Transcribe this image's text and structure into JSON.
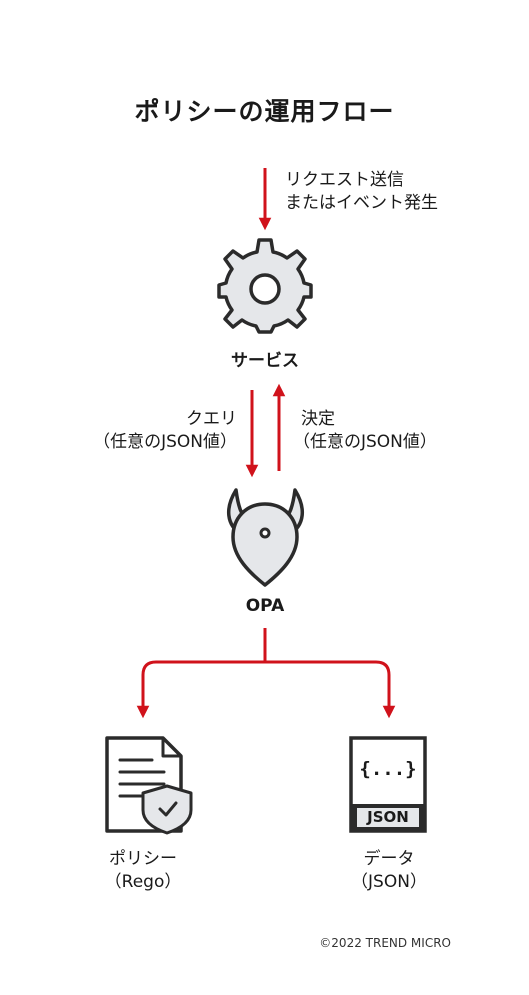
{
  "title": "ポリシーの運用フロー",
  "request": {
    "line1": "リクエスト送信",
    "line2": "またはイベント発生"
  },
  "service": {
    "label": "サービス",
    "icon": "gear-icon"
  },
  "query": {
    "line1": "クエリ",
    "line2": "（任意のJSON値）"
  },
  "decision": {
    "line1": "決定",
    "line2": "（任意のJSON値）"
  },
  "opa": {
    "label": "OPA",
    "icon": "opa-logo-icon"
  },
  "policy": {
    "line1": "ポリシー",
    "line2": "（Rego）",
    "icon": "policy-document-icon"
  },
  "data_node": {
    "line1": "データ",
    "line2": "（JSON）",
    "icon": "json-file-icon",
    "braces": "{...}",
    "badge": "JSON"
  },
  "copyright": "©2022 TREND MICRO",
  "colors": {
    "arrow": "#d0121b",
    "icon_fill": "#e5e7ea",
    "icon_stroke": "#2b2b2b"
  }
}
